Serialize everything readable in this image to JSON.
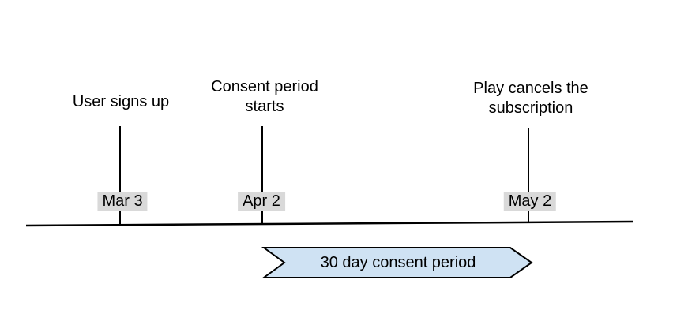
{
  "colors": {
    "background": "#ffffff",
    "text": "#000000",
    "line": "#000000",
    "date_chip_bg": "#d9d9d9",
    "banner_fill": "#cfe2f3",
    "banner_border": "#000000"
  },
  "events": [
    {
      "title": "User signs up",
      "date": "Mar 3"
    },
    {
      "title": "Consent period\nstarts",
      "date": "Apr 2"
    },
    {
      "title": "Play cancels the\nsubscription",
      "date": "May 2"
    }
  ],
  "banner": {
    "label": "30 day consent period"
  }
}
